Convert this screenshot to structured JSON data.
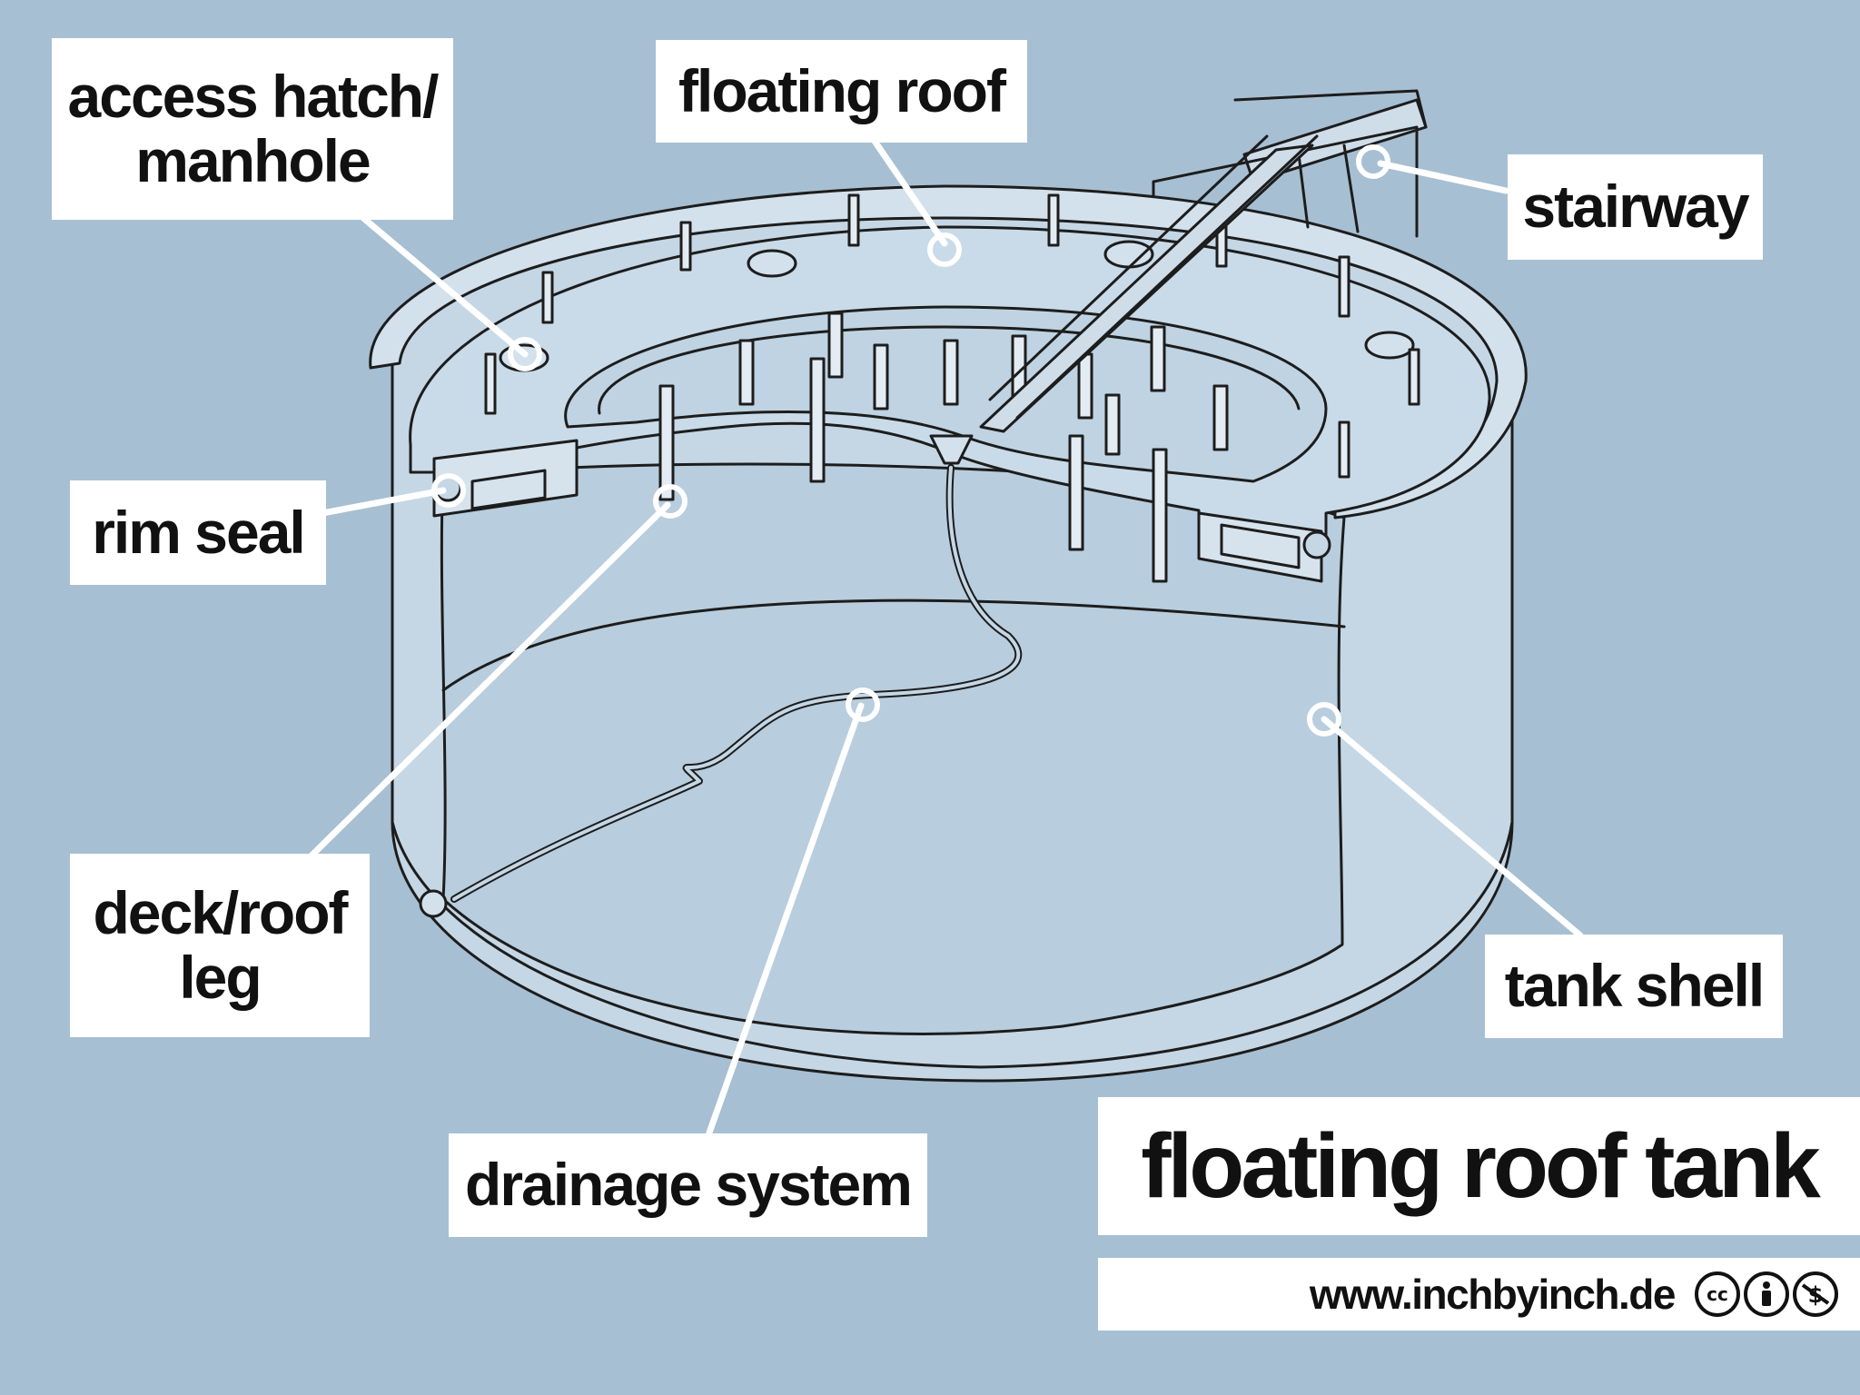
{
  "labels": {
    "access_hatch": [
      "access hatch/",
      "manhole"
    ],
    "floating_roof": "floating roof",
    "stairway": "stairway",
    "rim_seal": "rim seal",
    "deck_roof_leg": [
      "deck/roof",
      "leg"
    ],
    "tank_shell": "tank shell",
    "drainage_system": "drainage system"
  },
  "title": "floating roof tank",
  "website": "www.inchbyinch.de",
  "license_icons": [
    "cc-icon",
    "by-icon",
    "nc-icon"
  ],
  "colors": {
    "background": "#a7bfd2",
    "tank_fill": "#c5d7e5",
    "line": "#1d1d1d",
    "leader": "#ffffff"
  }
}
